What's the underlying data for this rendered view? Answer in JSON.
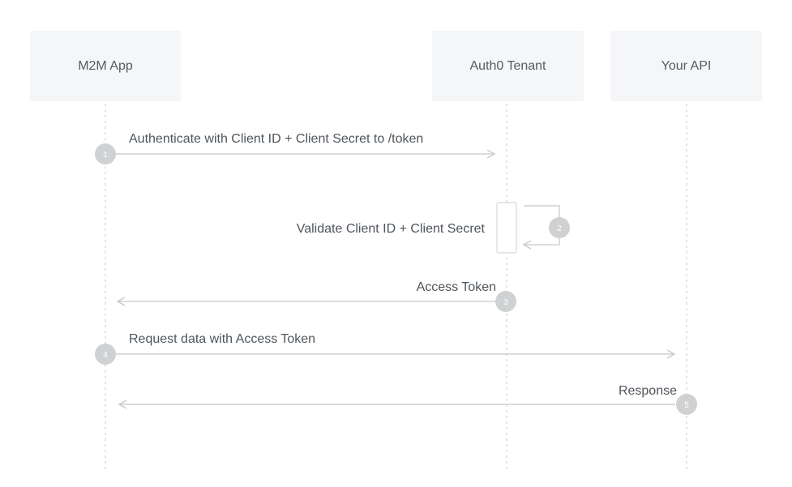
{
  "participants": [
    {
      "label": "M2M App"
    },
    {
      "label": "Auth0 Tenant"
    },
    {
      "label": "Your API"
    }
  ],
  "steps": [
    {
      "number": "1",
      "label": "Authenticate with Client ID + Client Secret to /token"
    },
    {
      "number": "2",
      "label": "Validate Client ID + Client Secret"
    },
    {
      "number": "3",
      "label": "Access Token"
    },
    {
      "number": "4",
      "label": "Request data with Access Token"
    },
    {
      "number": "5",
      "label": "Response"
    }
  ],
  "colors": {
    "actor_bg": "#f5f6f7",
    "line": "#d2d4d6",
    "badge": "#cfd1d3",
    "text": "#4f555b"
  }
}
